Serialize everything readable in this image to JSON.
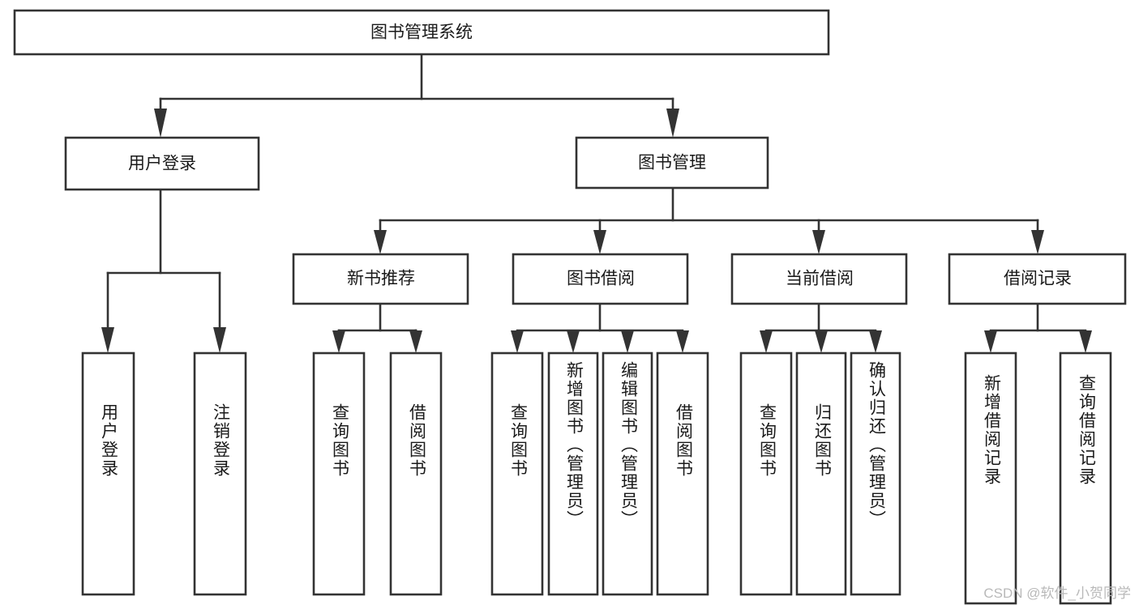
{
  "diagram": {
    "type": "tree-hierarchy",
    "title": "图书管理系统",
    "watermark": "CSDN @软件_小贺同学",
    "colors": {
      "box_stroke": "#333333",
      "box_fill": "#ffffff",
      "text": "#1a1a1a",
      "watermark": "#b9b9b9",
      "background": "#ffffff"
    },
    "levels": [
      {
        "level": 0,
        "labels": [
          "图书管理系统"
        ]
      },
      {
        "level": 1,
        "labels": [
          "用户登录",
          "图书管理"
        ]
      },
      {
        "level": 2,
        "labels": [
          "新书推荐",
          "图书借阅",
          "当前借阅",
          "借阅记录"
        ]
      },
      {
        "level": 3,
        "labels": [
          "用户登录",
          "注销登录",
          "查询图书",
          "借阅图书",
          "查询图书",
          "新增图书（管理员）",
          "编辑图书（管理员）",
          "借阅图书",
          "查询图书",
          "归还图书",
          "确认归还（管理员）",
          "新增借阅记录",
          "查询借阅记录"
        ]
      }
    ],
    "nodes": {
      "root": {
        "id": "root",
        "label": "图书管理系统"
      },
      "l1": [
        {
          "id": "user-login",
          "label": "用户登录"
        },
        {
          "id": "book-manage",
          "label": "图书管理"
        }
      ],
      "l2": [
        {
          "id": "new-book-rec",
          "label": "新书推荐",
          "parent": "book-manage"
        },
        {
          "id": "book-borrow",
          "label": "图书借阅",
          "parent": "book-manage"
        },
        {
          "id": "current-borrow",
          "label": "当前借阅",
          "parent": "book-manage"
        },
        {
          "id": "borrow-record",
          "label": "借阅记录",
          "parent": "book-manage"
        }
      ],
      "leaves": [
        {
          "id": "leaf-user-login",
          "label": "用户登录",
          "parent": "user-login"
        },
        {
          "id": "leaf-logout-login",
          "label": "注销登录",
          "parent": "user-login"
        },
        {
          "id": "leaf-query-book-1",
          "label": "查询图书",
          "parent": "new-book-rec"
        },
        {
          "id": "leaf-borrow-book-1",
          "label": "借阅图书",
          "parent": "new-book-rec"
        },
        {
          "id": "leaf-query-book-2",
          "label": "查询图书",
          "parent": "book-borrow"
        },
        {
          "id": "leaf-add-book",
          "label": "新增图书（管理员）",
          "parent": "book-borrow"
        },
        {
          "id": "leaf-edit-book",
          "label": "编辑图书（管理员）",
          "parent": "book-borrow"
        },
        {
          "id": "leaf-borrow-book-2",
          "label": "借阅图书",
          "parent": "book-borrow"
        },
        {
          "id": "leaf-query-book-3",
          "label": "查询图书",
          "parent": "current-borrow"
        },
        {
          "id": "leaf-return-book",
          "label": "归还图书",
          "parent": "current-borrow"
        },
        {
          "id": "leaf-confirm-return",
          "label": "确认归还（管理员）",
          "parent": "current-borrow"
        },
        {
          "id": "leaf-add-record",
          "label": "新增借阅记录",
          "parent": "borrow-record"
        },
        {
          "id": "leaf-query-record",
          "label": "查询借阅记录",
          "parent": "borrow-record"
        }
      ]
    }
  }
}
